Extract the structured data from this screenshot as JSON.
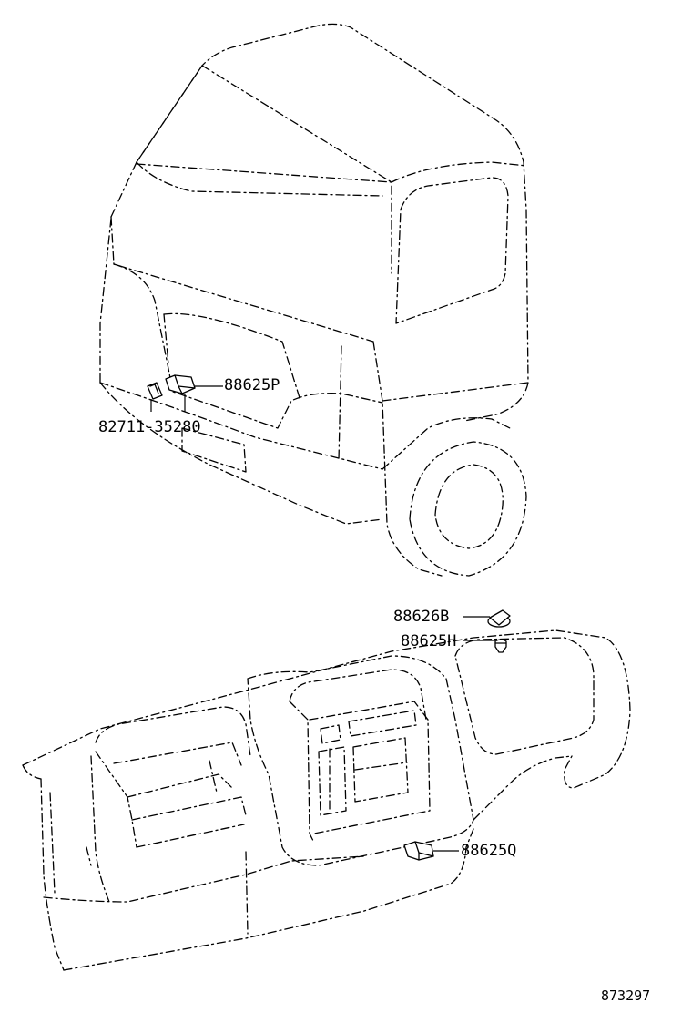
{
  "part_labels": {
    "p88625P": "88625P",
    "p82711": "82711-35280",
    "p88626B": "88626B",
    "p88625H": "88625H",
    "p88625Q": "88625Q"
  },
  "diagram_ref": "873297"
}
